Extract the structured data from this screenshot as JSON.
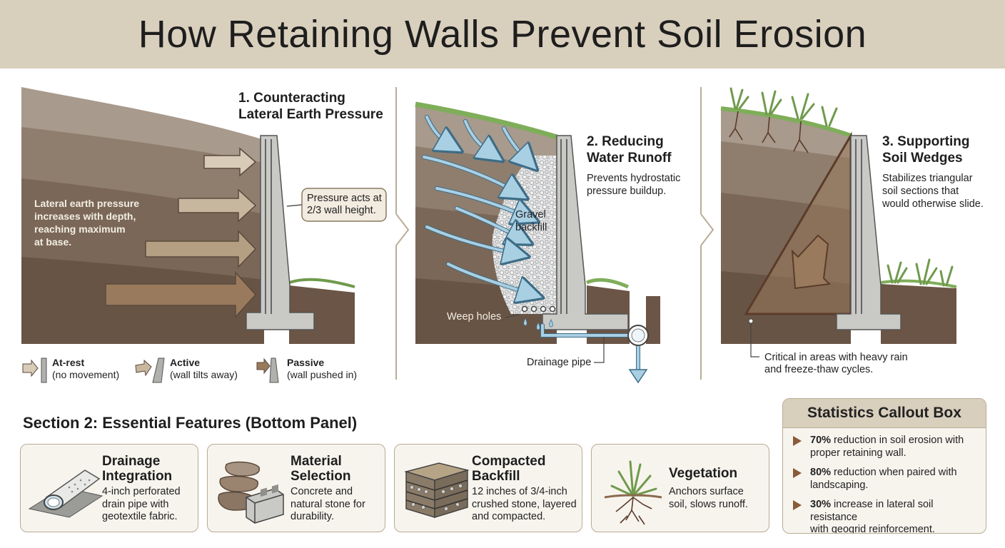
{
  "title": "How Retaining Walls Prevent Soil Erosion",
  "panels": [
    {
      "heading": [
        "1. Counteracting",
        "Lateral Earth Pressure"
      ]
    },
    {
      "heading": [
        "2. Reducing",
        "Water Runoff"
      ],
      "description": [
        "Prevents hydrostatic",
        "pressure buildup."
      ]
    },
    {
      "heading": [
        "3. Supporting",
        "Soil Wedges"
      ],
      "description": [
        "Stabilizes triangular",
        "soil sections that",
        "would otherwise slide."
      ]
    }
  ],
  "panel1": {
    "pressure_note": [
      "Lateral earth pressure",
      "increases with depth,",
      "reaching maximum",
      "at base."
    ],
    "callout": [
      "Pressure acts at",
      "2/3 wall height."
    ],
    "legend": [
      {
        "title": "At-rest",
        "subtitle": "(no movement)"
      },
      {
        "title": "Active",
        "subtitle": "(wall tilts away)"
      },
      {
        "title": "Passive",
        "subtitle": "(wall pushed in)"
      }
    ]
  },
  "panel2": {
    "gravel": [
      "Gravel",
      "backfill"
    ],
    "weep_holes": "Weep holes",
    "drainage_pipe": "Drainage pipe"
  },
  "panel3": {
    "note": [
      "Critical in areas with heavy rain",
      "and freeze-thaw cycles."
    ]
  },
  "section2": {
    "heading": "Section 2: Essential Features (Bottom Panel)",
    "cards": [
      {
        "title": [
          "Drainage",
          "Integration"
        ],
        "desc": [
          "4-inch perforated",
          "drain pipe with",
          "geotextile fabric."
        ],
        "icon": "drain-pipe-icon"
      },
      {
        "title": [
          "Material",
          "Selection"
        ],
        "desc": [
          "Concrete and",
          "natural stone for",
          "durability."
        ],
        "icon": "stone-block-icon"
      },
      {
        "title": [
          "Compacted",
          "Backfill"
        ],
        "desc": [
          "12 inches of 3/4-inch",
          "crushed stone, layered",
          "and compacted."
        ],
        "icon": "layered-backfill-icon"
      },
      {
        "title": [
          "Vegetation"
        ],
        "desc": [
          "Anchors surface",
          "soil, slows runoff."
        ],
        "icon": "plant-icon"
      }
    ]
  },
  "stats": {
    "title": "Statistics Callout Box",
    "items": [
      {
        "value": "70%",
        "text": [
          " reduction in soil erosion with",
          "proper retaining wall."
        ]
      },
      {
        "value": "80%",
        "text": [
          " reduction when paired with",
          "landscaping."
        ]
      },
      {
        "value": "30%",
        "text": [
          " increase in lateral soil resistance",
          "with geogrid reinforcement."
        ]
      }
    ]
  },
  "colors": {
    "header_bg": "#d9cfbd",
    "card_border": "#b8ab95",
    "soil_dark": "#6b5546",
    "arrow_brown": "#9a7a5c",
    "water_blue": "#a9cfe3"
  }
}
